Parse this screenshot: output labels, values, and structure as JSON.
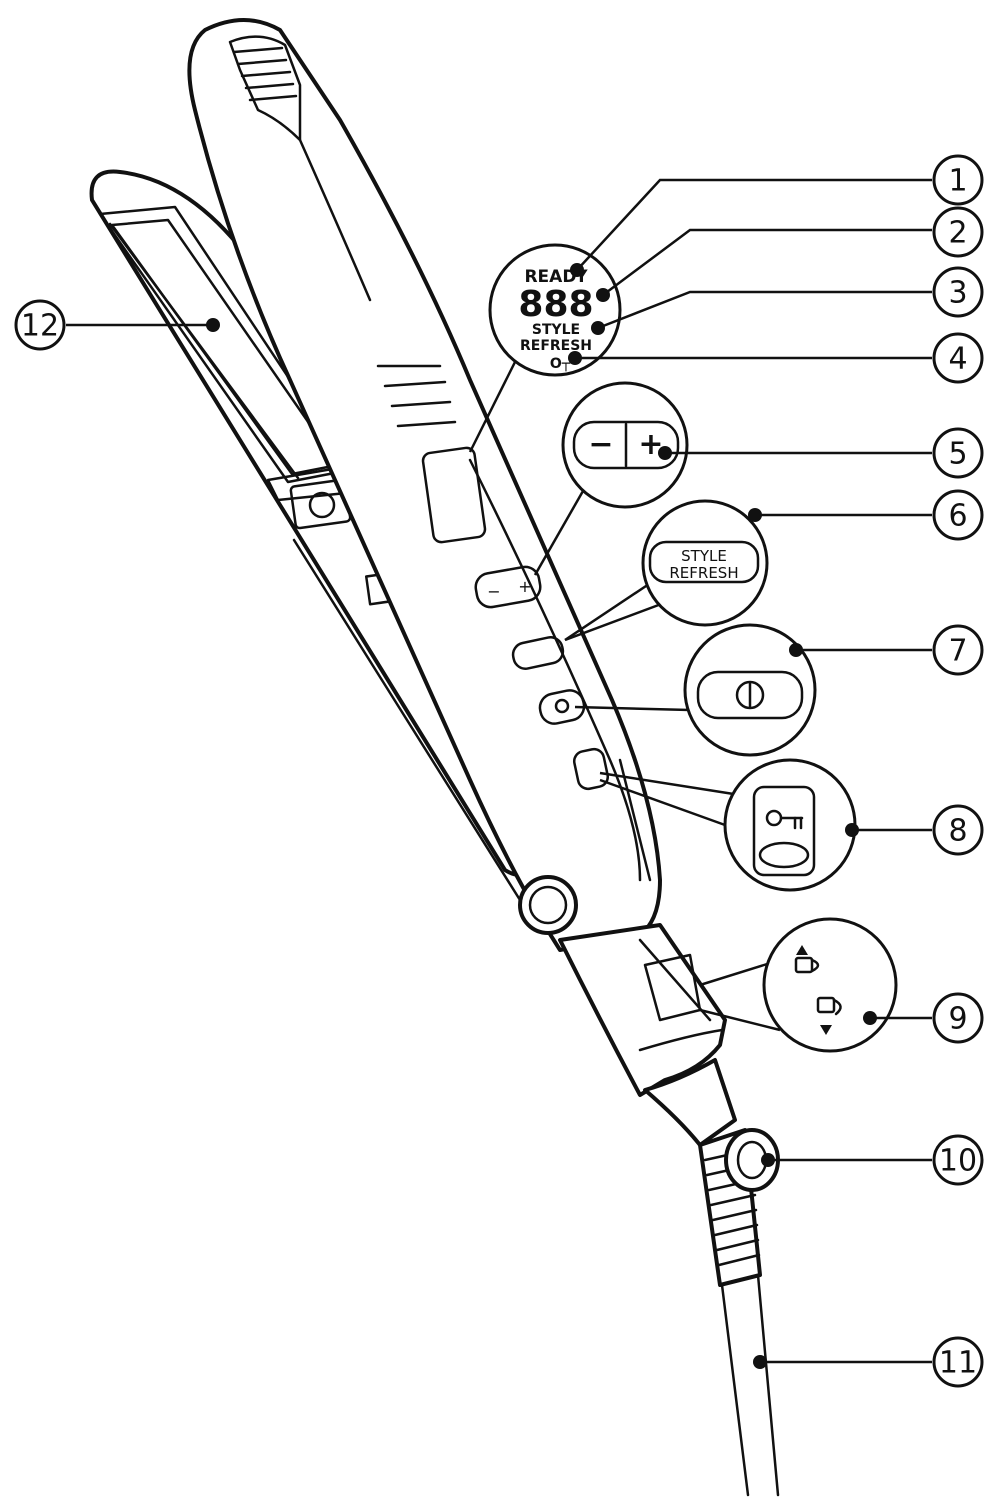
{
  "callouts": [
    "1",
    "2",
    "3",
    "4",
    "5",
    "6",
    "7",
    "8",
    "9",
    "10",
    "11",
    "12"
  ],
  "display": {
    "ready_label": "READY",
    "digits": "888",
    "style_label": "STYLE",
    "refresh_label": "REFRESH"
  },
  "buttons": {
    "minus": "−",
    "plus": "+",
    "style_label": "STYLE",
    "refresh_label": "REFRESH"
  },
  "icons": {
    "power": "power-icon",
    "key_lock": "key-icon",
    "lock_closed": "padlock-closed-icon",
    "lock_open": "padlock-open-icon"
  }
}
